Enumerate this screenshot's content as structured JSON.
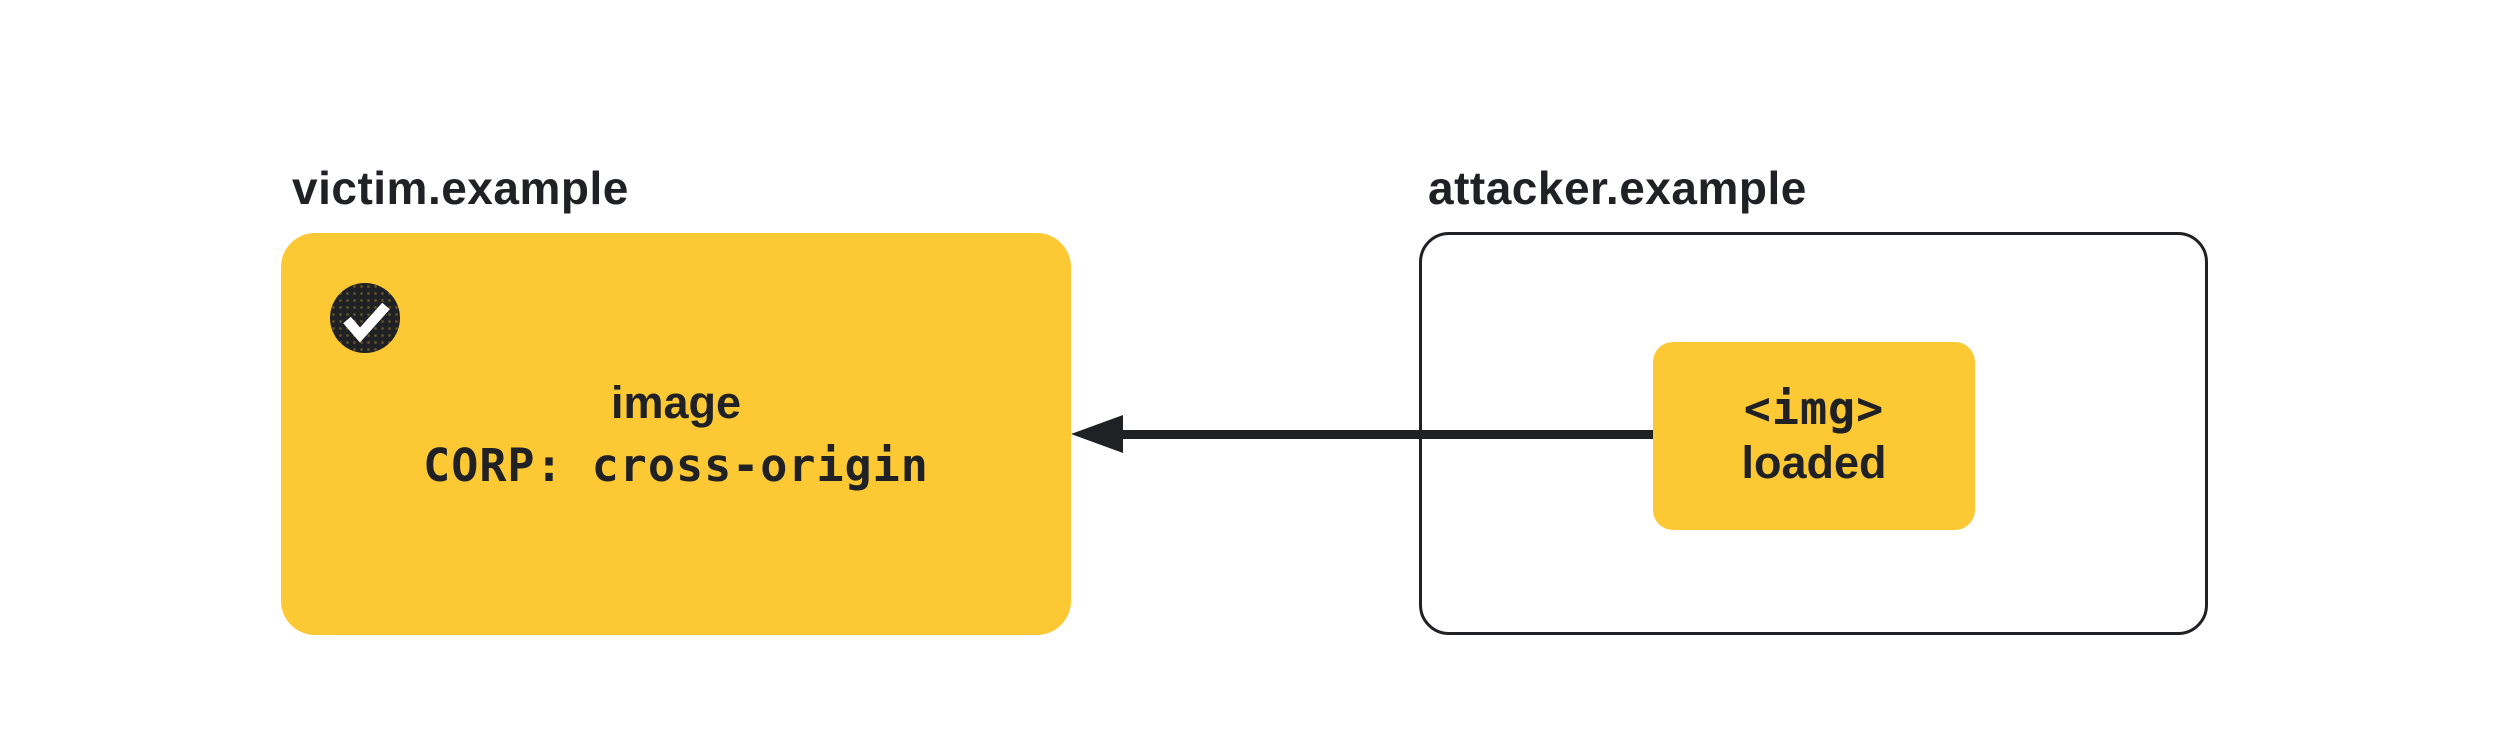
{
  "colors": {
    "accent_yellow": "#FCC934",
    "ink_dark": "#202124",
    "surface_white": "#FFFFFF"
  },
  "victim": {
    "label": "victim.example",
    "resource_type": "image",
    "corp_header": "CORP: cross-origin",
    "check_icon": "✓"
  },
  "attacker": {
    "label": "attacker.example",
    "img_tag": "<img>",
    "status": "loaded"
  },
  "arrow": {
    "direction": "right-to-left"
  }
}
